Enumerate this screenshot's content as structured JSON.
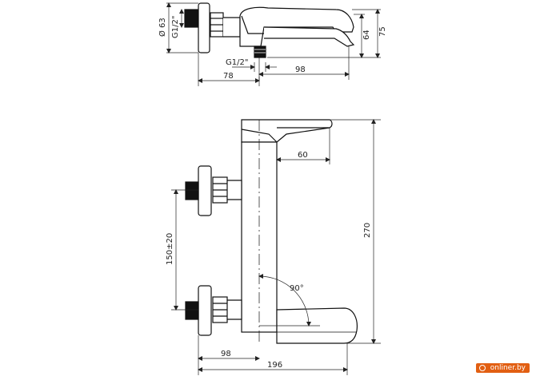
{
  "diagram": {
    "top_view": {
      "diameter_label": "Ø 63",
      "thread_side_label": "G1/2\"",
      "thread_bottom_label": "G1/2\"",
      "height_64_label": "64",
      "height_75_label": "75",
      "width_98_label": "98",
      "width_78_label": "78"
    },
    "front_view": {
      "spout_60_label": "60",
      "height_270_label": "270",
      "spacing_label": "150±20",
      "angle_label": "90°",
      "width_98_label": "98",
      "width_196_label": "196"
    }
  },
  "watermark": {
    "text": "onliner.by"
  }
}
